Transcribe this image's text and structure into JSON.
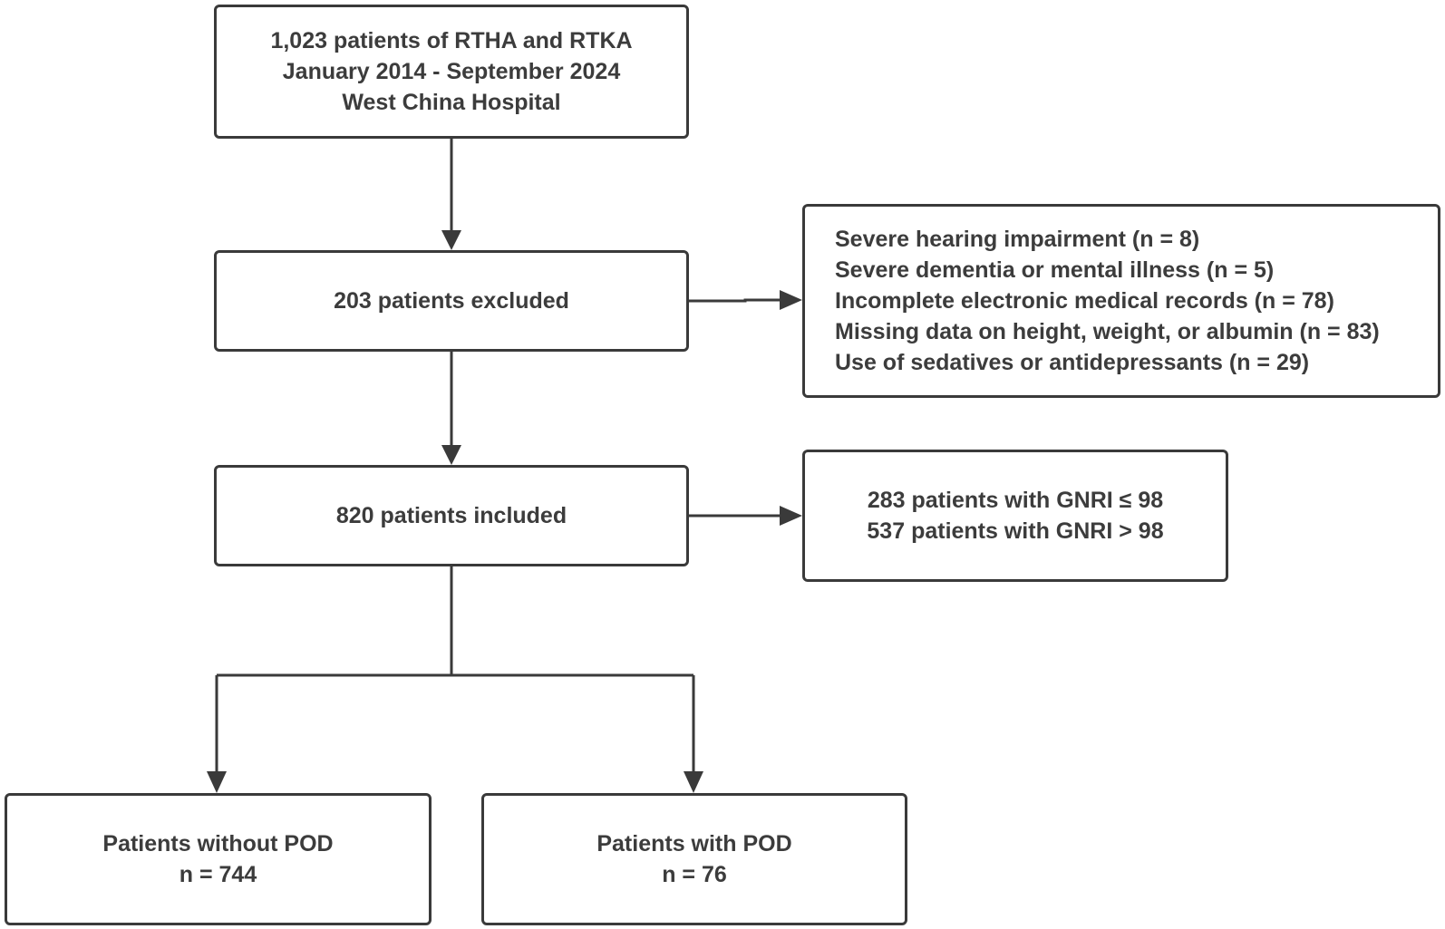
{
  "source": {
    "lines": [
      "1,023 patients of RTHA and RTKA",
      "January 2014 - September 2024",
      "West China Hospital"
    ]
  },
  "excluded": {
    "label": "203 patients excluded"
  },
  "exclusion_reasons": {
    "lines": [
      "Severe hearing impairment (n = 8)",
      "Severe dementia or mental illness (n = 5)",
      "Incomplete electronic medical records (n = 78)",
      "Missing data on height, weight, or albumin (n = 83)",
      "Use of sedatives or antidepressants (n = 29)"
    ]
  },
  "included": {
    "label": "820 patients included"
  },
  "gnri_groups": {
    "lines": [
      "283 patients with GNRI ≤ 98",
      "537 patients with GNRI > 98"
    ]
  },
  "outcomes": {
    "without_pod": {
      "title": "Patients without POD",
      "count": "n = 744"
    },
    "with_pod": {
      "title": "Patients with POD",
      "count": "n = 76"
    }
  }
}
